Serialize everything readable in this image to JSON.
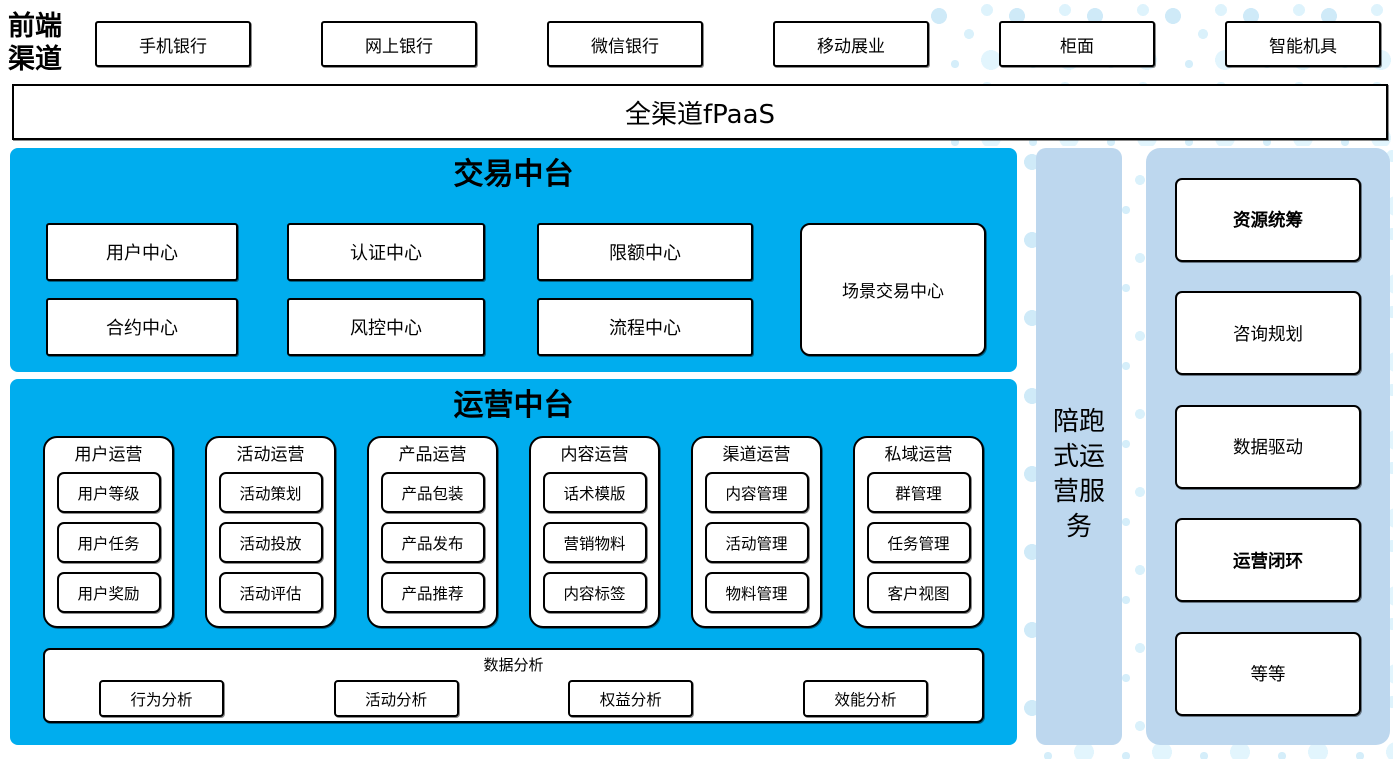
{
  "colors": {
    "panel_blue": "#00ADEE",
    "panel_light_blue": "#BDD7EE",
    "dot_light_blue": "#D9F1FB",
    "box_border": "#000000"
  },
  "front_channels": {
    "label": "前端\n渠道",
    "items": [
      "手机银行",
      "网上银行",
      "微信银行",
      "移动展业",
      "柜面",
      "智能机具"
    ]
  },
  "fpaas_bar": {
    "label": "全渠道fPaaS"
  },
  "trade_platform": {
    "title": "交易中台",
    "row1": [
      "用户中心",
      "认证中心",
      "限额中心"
    ],
    "row2": [
      "合约中心",
      "风控中心",
      "流程中心"
    ],
    "scene_center": "场景交易中心"
  },
  "ops_platform": {
    "title": "运营中台",
    "columns": [
      {
        "title": "用户运营",
        "items": [
          "用户等级",
          "用户任务",
          "用户奖励"
        ]
      },
      {
        "title": "活动运营",
        "items": [
          "活动策划",
          "活动投放",
          "活动评估"
        ]
      },
      {
        "title": "产品运营",
        "items": [
          "产品包装",
          "产品发布",
          "产品推荐"
        ]
      },
      {
        "title": "内容运营",
        "items": [
          "话术模版",
          "营销物料",
          "内容标签"
        ]
      },
      {
        "title": "渠道运营",
        "items": [
          "内容管理",
          "活动管理",
          "物料管理"
        ]
      },
      {
        "title": "私域运营",
        "items": [
          "群管理",
          "任务管理",
          "客户视图"
        ]
      }
    ],
    "analysis": {
      "title": "数据分析",
      "items": [
        "行为分析",
        "活动分析",
        "权益分析",
        "效能分析"
      ]
    }
  },
  "side_service": {
    "label": "陪跑\n式运\n营服\n务",
    "full_text": "陪跑式运营服务"
  },
  "right_panel": {
    "items": [
      {
        "label": "资源统筹",
        "bold": true
      },
      {
        "label": "咨询规划",
        "bold": false
      },
      {
        "label": "数据驱动",
        "bold": false
      },
      {
        "label": "运营闭环",
        "bold": true
      },
      {
        "label": "等等",
        "bold": false
      }
    ]
  }
}
